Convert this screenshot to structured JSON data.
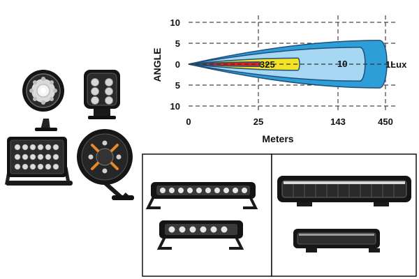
{
  "chart_data": {
    "type": "area",
    "xlabel": "Meters",
    "ylabel": "ANGLE",
    "x_ticks": [
      "0",
      "25",
      "143",
      "450"
    ],
    "y_ticks": [
      "10",
      "5",
      "0",
      "5",
      "10"
    ],
    "grid": true,
    "series": [
      {
        "name": "1Lux",
        "reach": 450,
        "color": "#2e9ed8"
      },
      {
        "name": "10",
        "reach": 143,
        "color": "#a6d8f3"
      },
      {
        "name": "325",
        "reach": 25,
        "color": "#f3e324"
      },
      {
        "name": "",
        "reach": 10,
        "color": "#e0241b"
      }
    ]
  }
}
